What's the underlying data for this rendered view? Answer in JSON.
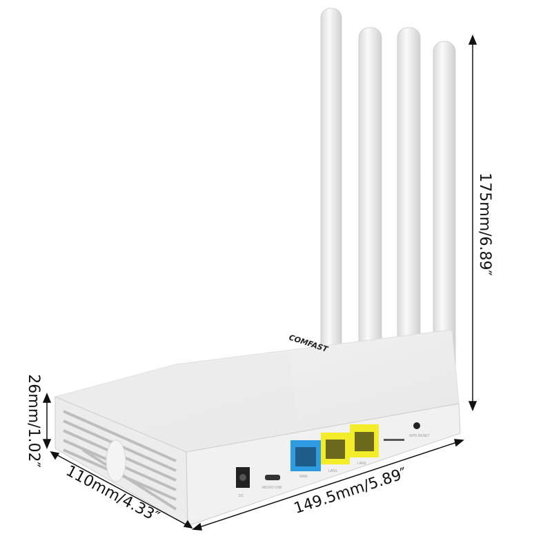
{
  "product": {
    "brand": "COMFAST",
    "ports": {
      "dc": "DC",
      "usb": "MICRO USB",
      "wan": "WAN",
      "lan1": "LAN1",
      "lan2": "LAN2",
      "wps_reset": "WPS RESET"
    },
    "port_colors": {
      "wan": "#2f9be0",
      "lan": "#f2ec2a"
    }
  },
  "dimensions": {
    "height": "175mm/6.89″",
    "thickness": "26mm/1.02″",
    "depth": "110mm/4.33″",
    "width": "149.5mm/5.89″"
  }
}
